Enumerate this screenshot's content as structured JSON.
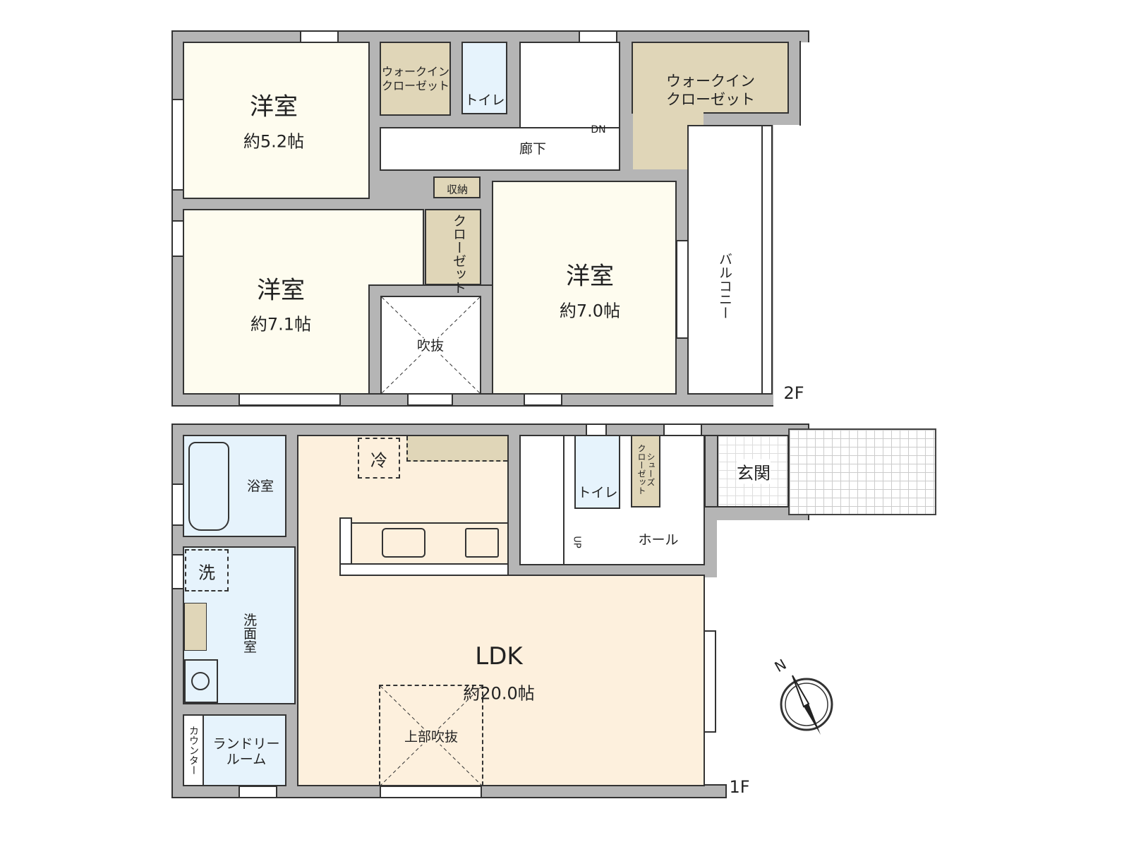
{
  "floor2": {
    "level_label": "2F",
    "rooms": [
      {
        "name": "洋室",
        "size": "約5.2帖"
      },
      {
        "name": "洋室",
        "size": "約7.1帖"
      },
      {
        "name": "洋室",
        "size": "約7.0帖"
      }
    ],
    "walkin_small": "ウォークイン\nクローゼット",
    "walkin_large": "ウォークイン\nクローゼット",
    "toilet": "トイレ",
    "stairs_dir": "DN",
    "hallway": "廊下",
    "storage": "収納",
    "closet": "クローゼット",
    "void": "吹抜",
    "balcony": "バルコニー"
  },
  "floor1": {
    "level_label": "1F",
    "bathroom": "浴室",
    "washer": "洗",
    "washroom": "洗面室",
    "counter": "カウンター",
    "laundry": "ランドリー\nルーム",
    "fridge": "冷",
    "ldk": {
      "name": "LDK",
      "size": "約20.0帖"
    },
    "void_above": "上部吹抜",
    "toilet": "トイレ",
    "shoe_closet": "シューズ\nクローゼット",
    "stairs_dir": "UP",
    "hall": "ホール",
    "entrance": "玄関"
  },
  "compass": {
    "north_label": "N"
  },
  "colors": {
    "wall": "#b5b5b5",
    "bedroom": "#fefcef",
    "closet": "#e0d6b8",
    "wet_area": "#e6f3fc",
    "ldk": "#fdf0dd"
  }
}
